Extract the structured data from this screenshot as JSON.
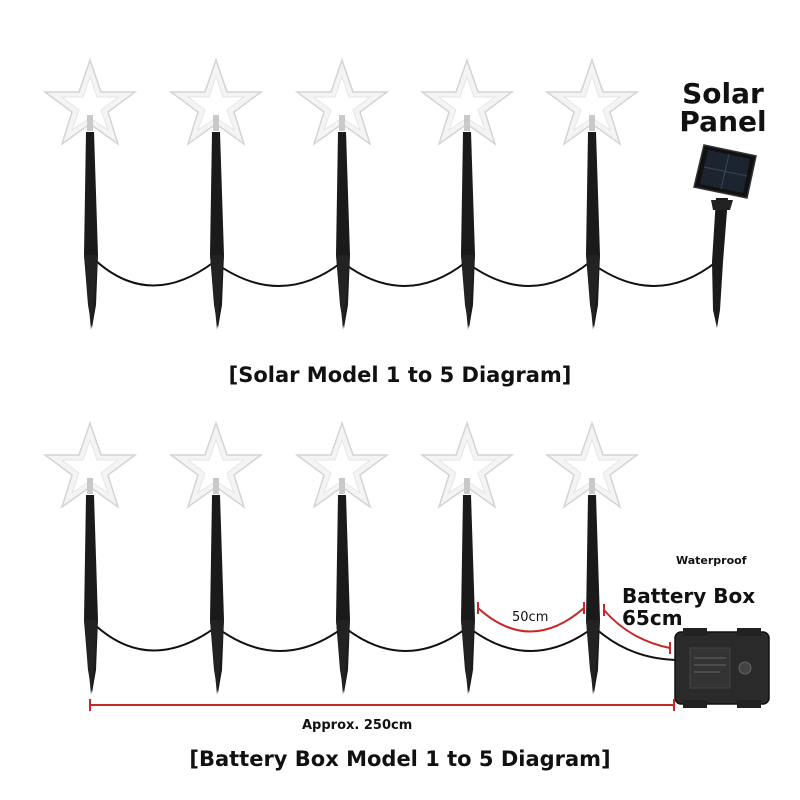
{
  "solar_diagram": {
    "solar_panel_label_line1": "Solar",
    "solar_panel_label_line2": "Panel",
    "caption": "[Solar Model 1 to 5 Diagram]"
  },
  "battery_diagram": {
    "waterproof_label": "Waterproof",
    "battery_box_label": "Battery Box",
    "battery_cable_length": "65cm",
    "spacing_label": "50cm",
    "total_length_label": "Approx. 250cm",
    "caption": "[Battery Box Model 1 to 5 Diagram]"
  },
  "colors": {
    "stake": "#1a1a1a",
    "star_fill": "#f4f4f4",
    "star_stroke": "#d6d6d6",
    "dimension_line": "#c62828",
    "battery_box": "#2a2a2a"
  },
  "icons": [
    "star-stake-light-icon",
    "solar-panel-icon",
    "battery-box-icon"
  ]
}
